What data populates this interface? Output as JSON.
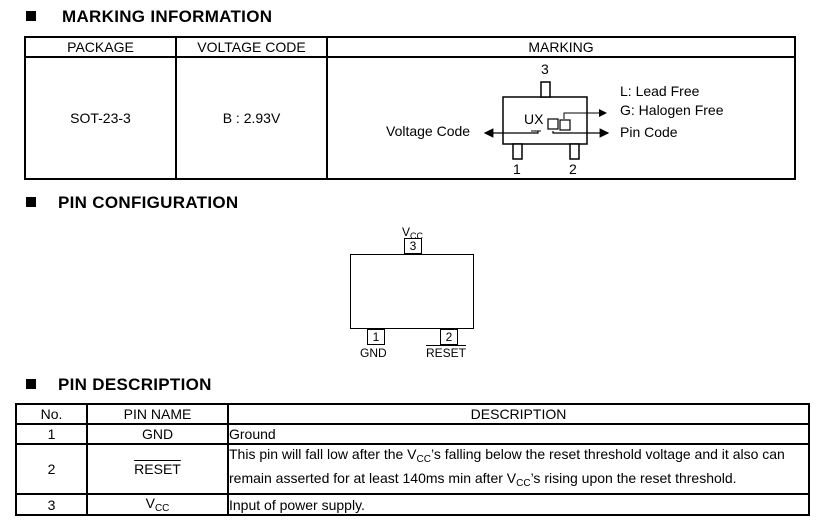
{
  "marking": {
    "title": "MARKING INFORMATION",
    "headers": [
      "PACKAGE",
      "VOLTAGE CODE",
      "MARKING"
    ],
    "package": "SOT-23-3",
    "voltage_code": "B : 2.93V",
    "diagram": {
      "pin_top": "3",
      "pin_left": "1",
      "pin_right": "2",
      "mark_text": "UX",
      "label_lead_free": "L: Lead Free",
      "label_halogen_free": "G: Halogen Free",
      "label_pin_code": "Pin Code",
      "label_voltage_code": "Voltage Code"
    }
  },
  "pin_config": {
    "title": "PIN CONFIGURATION",
    "pin3_num": "3",
    "pin3_label_main": "V",
    "pin3_label_sub": "CC",
    "pin1_num": "1",
    "pin1_label": "GND",
    "pin2_num": "2",
    "pin2_label": "RESET"
  },
  "pin_desc": {
    "title": "PIN DESCRIPTION",
    "headers": [
      "No.",
      "PIN NAME",
      "DESCRIPTION"
    ],
    "rows": [
      {
        "no": "1",
        "name": "GND",
        "desc": "Ground"
      },
      {
        "no": "2",
        "name": "RESET",
        "desc_a": "This pin will fall low after the V",
        "desc_sub1": "CC",
        "desc_b": "’s falling below the reset threshold voltage and it also can remain asserted for at least 140ms min after V",
        "desc_sub2": "CC",
        "desc_c": "’s rising upon the reset threshold."
      },
      {
        "no": "3",
        "name_main": "V",
        "name_sub": "CC",
        "desc": "Input of power supply."
      }
    ]
  }
}
